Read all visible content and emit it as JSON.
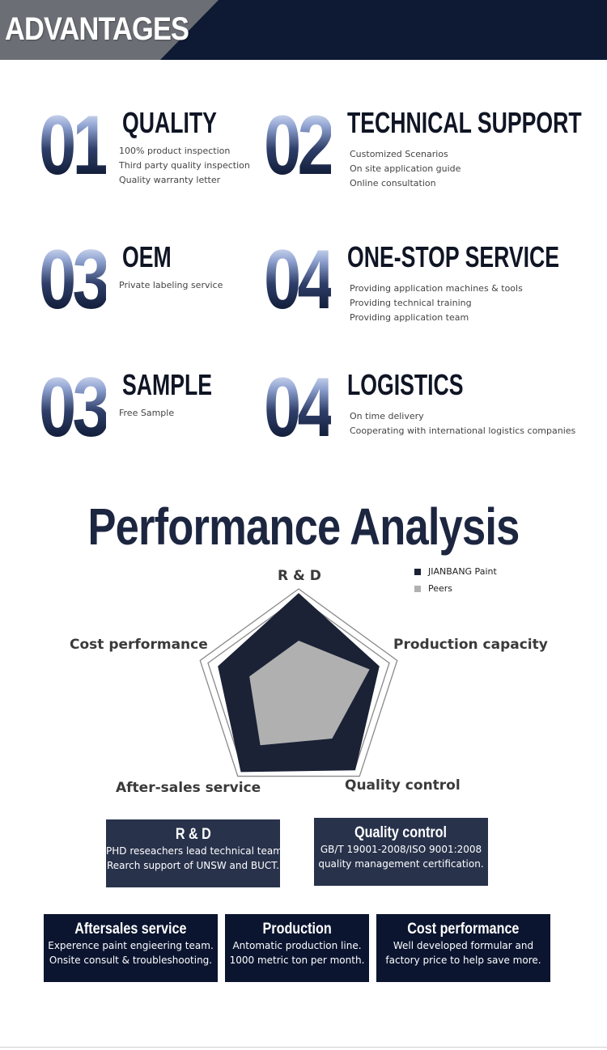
{
  "header": {
    "title": "ADVANTAGES",
    "colors": {
      "band": "#0e1a34",
      "tab": "#6b6f75"
    }
  },
  "advantages": [
    {
      "number": "01",
      "title": "QUALITY",
      "lines": [
        "100% product inspection",
        "Third party quality inspection",
        "Quality warranty letter"
      ]
    },
    {
      "number": "02",
      "title": "TECHNICAL SUPPORT",
      "lines": [
        "Customized Scenarios",
        "On site application guide",
        "Online consultation"
      ]
    },
    {
      "number": "03",
      "title": "OEM",
      "lines": [
        "Private labeling service"
      ]
    },
    {
      "number": "04",
      "title": "ONE-STOP SERVICE",
      "lines": [
        "Providing application machines & tools",
        "Providing technical training",
        "Providing application team"
      ]
    },
    {
      "number": "03",
      "title": "SAMPLE",
      "lines": [
        "Free Sample"
      ]
    },
    {
      "number": "04",
      "title": "LOGISTICS",
      "lines": [
        "On time delivery",
        "Cooperating with international logistics companies"
      ]
    }
  ],
  "performance": {
    "title": "Performance Analysis"
  },
  "chart_data": {
    "type": "radar",
    "axes": [
      "R & D",
      "Production capacity",
      "Quality control",
      "After-sales service",
      "Cost performance"
    ],
    "series": [
      {
        "name": "JIANBANG Paint",
        "color": "#1b2236",
        "values": [
          0.96,
          0.82,
          0.93,
          0.95,
          0.82
        ]
      },
      {
        "name": "Peers",
        "color": "#b0b0b0",
        "values": [
          0.5,
          0.72,
          0.55,
          0.63,
          0.5
        ]
      }
    ],
    "range": [
      0,
      1
    ],
    "rings": 2,
    "legend_position": "top-right"
  },
  "boxes": [
    {
      "title": "R & D",
      "lines": [
        "PHD reseachers lead technical team.",
        "Rearch support of UNSW and BUCT."
      ]
    },
    {
      "title": "Quality control",
      "lines": [
        "GB/T 19001-2008/ISO 9001:2008",
        "quality management certification."
      ]
    },
    {
      "title": "Aftersales service",
      "lines": [
        "Experence paint engieering team.",
        "Onsite consult & troubleshooting."
      ]
    },
    {
      "title": "Production",
      "lines": [
        "Antomatic production line.",
        "1000 metric ton per month."
      ]
    },
    {
      "title": "Cost performance",
      "lines": [
        "Well developed formular and",
        "factory price to help save more."
      ]
    }
  ]
}
